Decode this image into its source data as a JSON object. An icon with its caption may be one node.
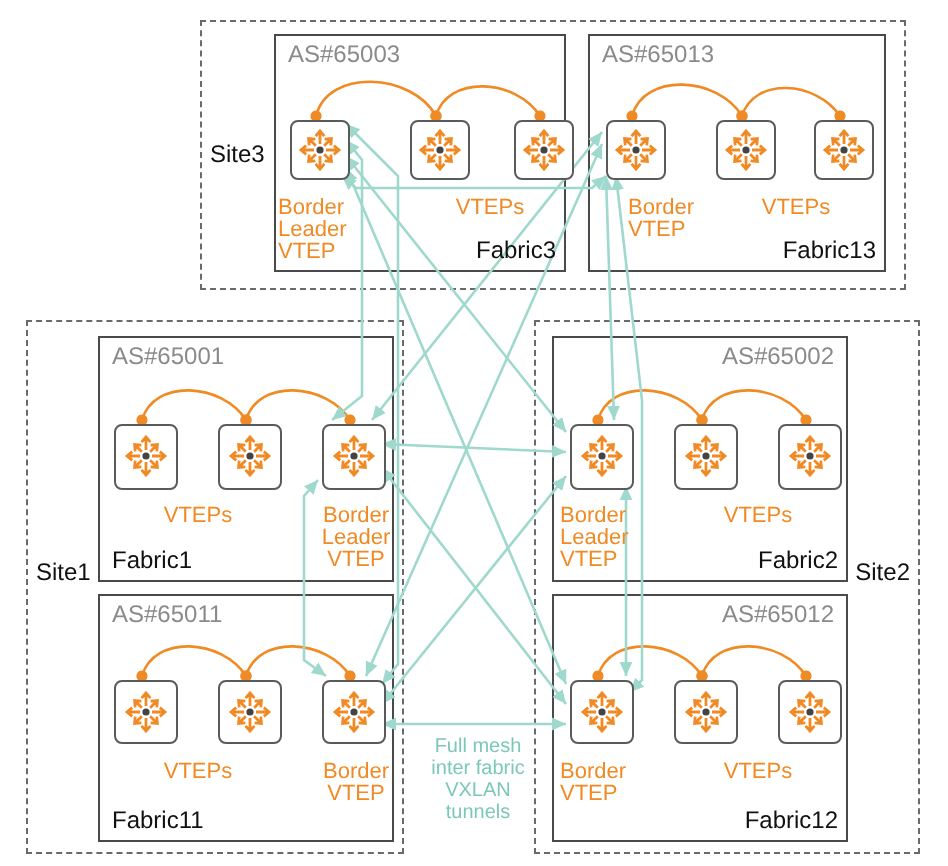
{
  "diagram": {
    "nodes": [
      {
        "text": [
          "Site3"
        ]
      },
      {
        "text": [
          "AS#65003",
          "Fabric3"
        ],
        "in": 0
      },
      {
        "text": [],
        "shape": "box",
        "in": 1,
        "beside": [
          "Border Leader VTEP"
        ]
      },
      {
        "text": [],
        "shape": "box",
        "in": 1,
        "beside": [
          "VTEPs"
        ]
      },
      {
        "text": [],
        "shape": "box",
        "in": 1
      },
      {
        "text": [
          "AS#65013",
          "Fabric13"
        ],
        "in": 0
      },
      {
        "text": [],
        "shape": "box",
        "in": 5,
        "beside": [
          "Border VTEP"
        ]
      },
      {
        "text": [],
        "shape": "box",
        "in": 5,
        "beside": [
          "VTEPs"
        ]
      },
      {
        "text": [],
        "shape": "box",
        "in": 5
      },
      {
        "text": [
          "Site1"
        ]
      },
      {
        "text": [
          "AS#65001",
          "Fabric1"
        ],
        "in": 9
      },
      {
        "text": [],
        "shape": "box",
        "in": 10,
        "beside": [
          "VTEPs"
        ]
      },
      {
        "text": [],
        "shape": "box",
        "in": 10
      },
      {
        "text": [],
        "shape": "box",
        "in": 10,
        "beside": [
          "Border Leader VTEP"
        ]
      },
      {
        "text": [
          "AS#65011",
          "Fabric11"
        ],
        "in": 9
      },
      {
        "text": [],
        "shape": "box",
        "in": 14,
        "beside": [
          "VTEPs"
        ]
      },
      {
        "text": [],
        "shape": "box",
        "in": 14
      },
      {
        "text": [],
        "shape": "box",
        "in": 14,
        "beside": [
          "Border VTEP"
        ]
      },
      {
        "text": [
          "Site2"
        ]
      },
      {
        "text": [
          "AS#65002",
          "Fabric2"
        ],
        "in": 18
      },
      {
        "text": [],
        "shape": "box",
        "in": 19,
        "beside": [
          "Border Leader VTEP"
        ]
      },
      {
        "text": [],
        "shape": "box",
        "in": 19,
        "beside": [
          "VTEPs"
        ]
      },
      {
        "text": [],
        "shape": "box",
        "in": 19
      },
      {
        "text": [
          "AS#65012",
          "Fabric12"
        ],
        "in": 18
      },
      {
        "text": [],
        "shape": "box",
        "in": 23,
        "beside": [
          "Border VTEP"
        ]
      },
      {
        "text": [],
        "shape": "box",
        "in": 23,
        "beside": [
          "VTEPs"
        ]
      },
      {
        "text": [],
        "shape": "box",
        "in": 23
      }
    ],
    "edges": [
      {
        "from": 2,
        "to": 3,
        "arrow": "other",
        "color": "#f08a24"
      },
      {
        "from": 3,
        "to": 4,
        "arrow": "other",
        "color": "#f08a24"
      },
      {
        "from": 6,
        "to": 7,
        "arrow": "other",
        "color": "#f08a24"
      },
      {
        "from": 7,
        "to": 8,
        "arrow": "other",
        "color": "#f08a24"
      },
      {
        "from": 11,
        "to": 12,
        "arrow": "other",
        "color": "#f08a24"
      },
      {
        "from": 12,
        "to": 13,
        "arrow": "other",
        "color": "#f08a24"
      },
      {
        "from": 15,
        "to": 16,
        "arrow": "other",
        "color": "#f08a24"
      },
      {
        "from": 16,
        "to": 17,
        "arrow": "other",
        "color": "#f08a24"
      },
      {
        "from": 20,
        "to": 21,
        "arrow": "other",
        "color": "#f08a24"
      },
      {
        "from": 21,
        "to": 22,
        "arrow": "other",
        "color": "#f08a24"
      },
      {
        "from": 24,
        "to": 25,
        "arrow": "other",
        "color": "#f08a24"
      },
      {
        "from": 25,
        "to": 26,
        "arrow": "other",
        "color": "#f08a24"
      },
      {
        "from": 2,
        "to": 6,
        "arrow": "both",
        "color": "#9fd8cc"
      },
      {
        "from": 2,
        "to": 13,
        "arrow": "both",
        "color": "#9fd8cc"
      },
      {
        "from": 2,
        "to": 17,
        "arrow": "both",
        "color": "#9fd8cc"
      },
      {
        "from": 2,
        "to": 20,
        "arrow": "both",
        "color": "#9fd8cc"
      },
      {
        "from": 2,
        "to": 24,
        "arrow": "both",
        "color": "#9fd8cc"
      },
      {
        "from": 6,
        "to": 13,
        "arrow": "both",
        "color": "#9fd8cc"
      },
      {
        "from": 6,
        "to": 17,
        "arrow": "both",
        "color": "#9fd8cc"
      },
      {
        "from": 6,
        "to": 20,
        "arrow": "both",
        "color": "#9fd8cc"
      },
      {
        "from": 6,
        "to": 24,
        "arrow": "both",
        "color": "#9fd8cc"
      },
      {
        "from": 13,
        "to": 17,
        "arrow": "both",
        "color": "#9fd8cc"
      },
      {
        "from": 13,
        "to": 20,
        "arrow": "both",
        "color": "#9fd8cc"
      },
      {
        "from": 13,
        "to": 24,
        "arrow": "both",
        "color": "#9fd8cc"
      },
      {
        "from": 17,
        "to": 20,
        "arrow": "both",
        "color": "#9fd8cc"
      },
      {
        "from": 17,
        "to": 24,
        "arrow": "both",
        "color": "#9fd8cc"
      },
      {
        "from": 20,
        "to": 24,
        "arrow": "both",
        "color": "#9fd8cc"
      }
    ],
    "labels": [
      "Full mesh inter fabric VXLAN tunnels"
    ]
  }
}
